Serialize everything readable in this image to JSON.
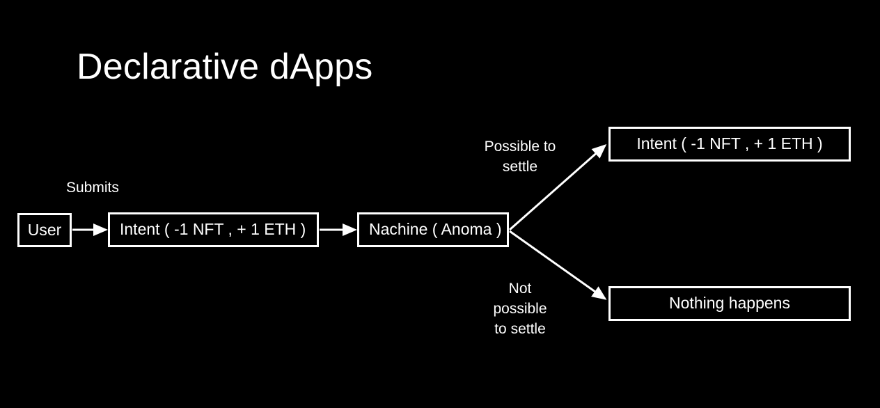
{
  "slide": {
    "background_color": "#000000",
    "foreground_color": "#ffffff",
    "title": "Declarative dApps"
  },
  "diagram": {
    "nodes": [
      {
        "id": "user",
        "label": "User"
      },
      {
        "id": "intent_in",
        "label": "Intent ( -1 NFT , + 1 ETH )"
      },
      {
        "id": "machine",
        "label": "Nachine ( Anoma )"
      },
      {
        "id": "intent_ok",
        "label": "Intent ( -1 NFT , + 1 ETH )"
      },
      {
        "id": "nothing",
        "label": "Nothing happens"
      }
    ],
    "edge_labels": [
      {
        "id": "submits",
        "text": "Submits"
      },
      {
        "id": "possible",
        "text": "Possible to\nsettle"
      },
      {
        "id": "not_possible",
        "text": "Not\npossible\nto settle"
      }
    ],
    "arrows": [
      {
        "id": "user-to-intent",
        "from": "user",
        "to": "intent_in"
      },
      {
        "id": "intent-to-machine",
        "from": "intent_in",
        "to": "machine"
      },
      {
        "id": "machine-to-intent-ok",
        "from": "machine",
        "to": "intent_ok"
      },
      {
        "id": "machine-to-nothing",
        "from": "machine",
        "to": "nothing"
      }
    ]
  }
}
